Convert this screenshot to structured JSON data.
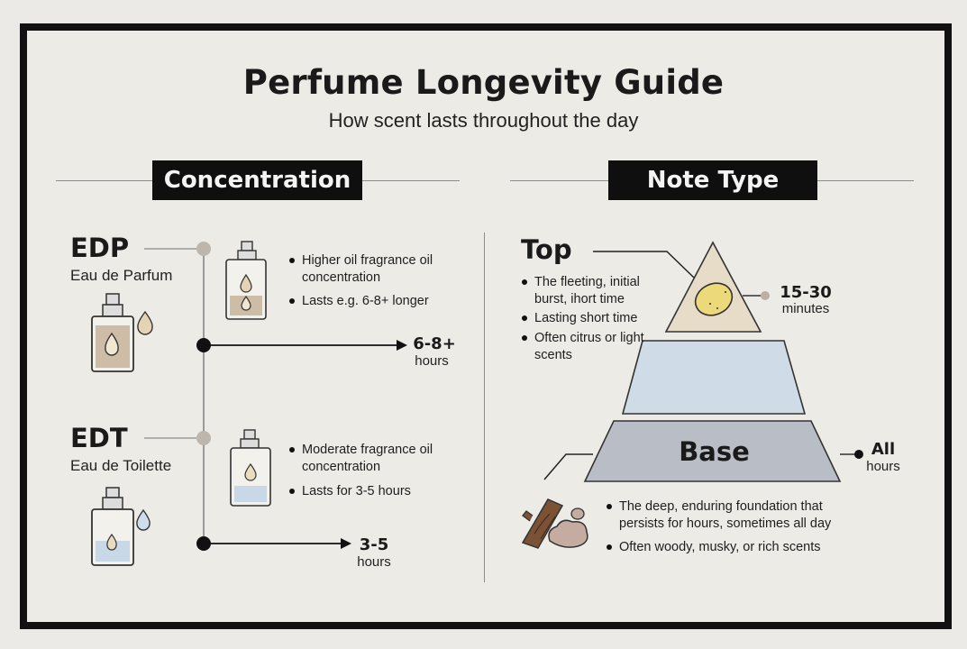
{
  "title": "Perfume Longevity Guide",
  "subtitle": "How scent lasts throughout the day",
  "concentration": {
    "header": "Concentration",
    "edp": {
      "abbr": "EDP",
      "name": "Eau de Parfum",
      "bullets": [
        "Higher oil fragrance oil concentration",
        "Lasts e.g. 6-8+ longer"
      ],
      "hours_value": "6-8+",
      "hours_label": "hours",
      "liquid_color": "#cdbda7"
    },
    "edt": {
      "abbr": "EDT",
      "name": "Eau de Toilette",
      "bullets": [
        "Moderate fragrance oil concentration",
        "Lasts for 3-5 hours"
      ],
      "hours_value": "3-5",
      "hours_label": "hours",
      "liquid_color": "#c8d8e6"
    }
  },
  "note_type": {
    "header": "Note Type",
    "top": {
      "label": "Top",
      "bullets": [
        "The fleeting, initial burst, ihort time",
        "Lasting short time",
        "Often citrus or light scents"
      ],
      "duration_value": "15-30",
      "duration_label": "minutes",
      "icon": "lemon-icon",
      "color": "#e7dcc8"
    },
    "middle": {
      "color": "#cfdbe6"
    },
    "base": {
      "label": "Base",
      "bullets": [
        "The deep, enduring foundation that persists for hours, sometimes all day",
        "Often woody, musky, or rich scents"
      ],
      "duration_value": "All",
      "duration_label": "hours",
      "icons": [
        "wood-icon",
        "musk-stones-icon"
      ],
      "color": "#b9bec6"
    }
  }
}
